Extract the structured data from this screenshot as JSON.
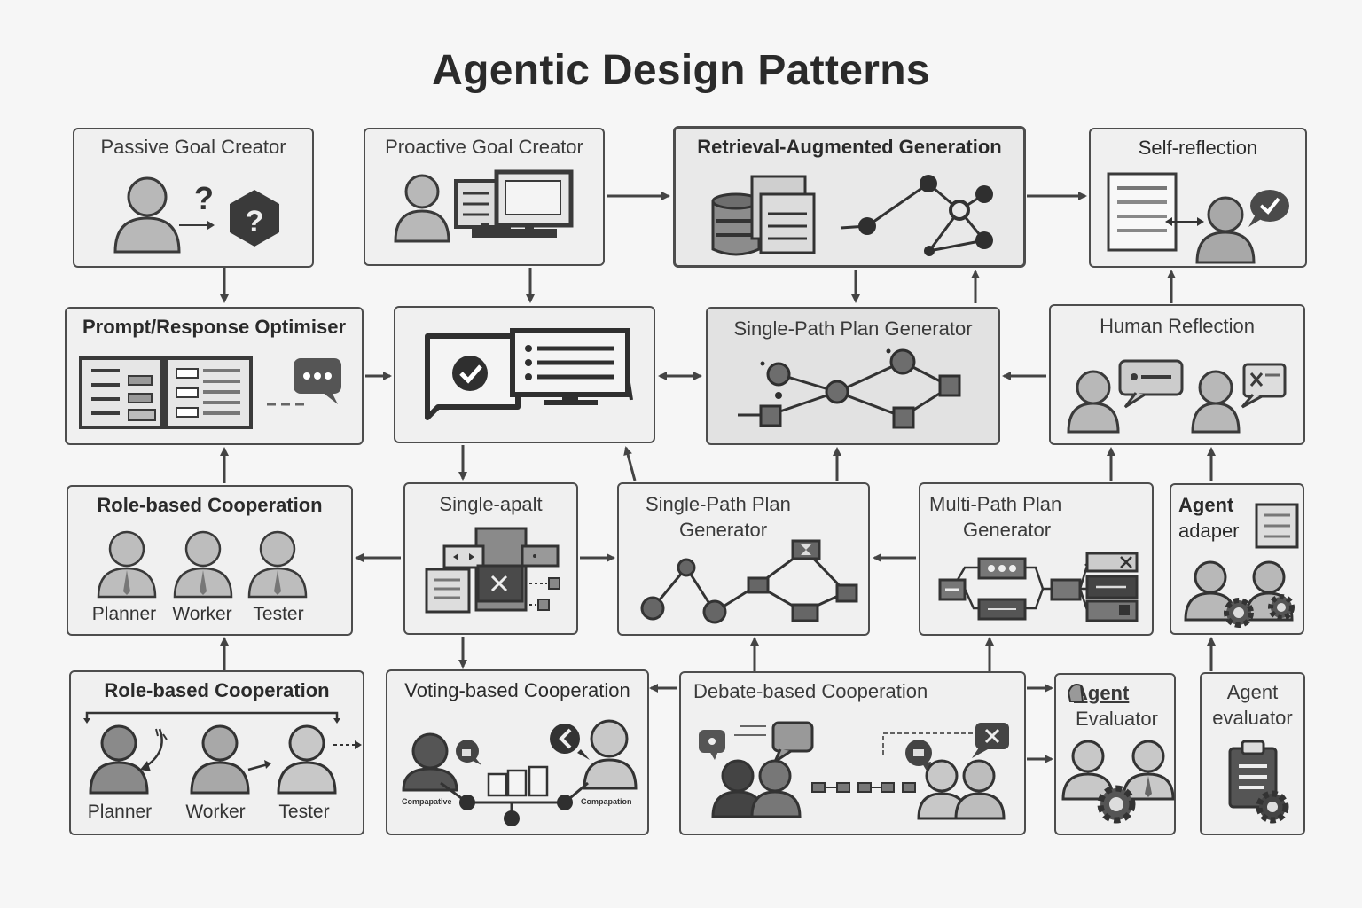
{
  "title": "Agentic Design Patterns",
  "boxes": {
    "passive_goal_creator": "Passive Goal Creator",
    "proactive_goal_creator": "Proactive Goal Creator",
    "rag": "Retrieval-Augmented Generation",
    "self_reflection": "Self-reflection",
    "prompt_optimiser": "Prompt/Response Optimiser",
    "single_path_plan_top": "Single-Path Plan Generator",
    "human_reflection": "Human Reflection",
    "role_cooperation_1": {
      "label": "Role-based Cooperation",
      "roles": [
        "Planner",
        "Worker",
        "Tester"
      ]
    },
    "single_apalt": "Single-apalt",
    "single_path_plan_mid": {
      "line1": "Single-Path Plan",
      "line2": "Generator"
    },
    "multi_path_plan": {
      "line1": "Multi-Path Plan",
      "line2": "Generator"
    },
    "agent_adaper": {
      "line1": "Agent",
      "line2": "adaper"
    },
    "role_cooperation_2": {
      "label": "Role-based Cooperation",
      "roles": [
        "Planner",
        "Worker",
        "Tester"
      ]
    },
    "voting_cooperation": {
      "label": "Voting-based Cooperation",
      "small_left": "Compapative",
      "small_right": "Compapation"
    },
    "debate_cooperation": "Debate-based Cooperation",
    "agent_evaluator_a": {
      "line1": "Agent",
      "line2": "Evaluator"
    },
    "agent_evaluator_b": {
      "line1": "Agent",
      "line2": "evaluator"
    }
  }
}
